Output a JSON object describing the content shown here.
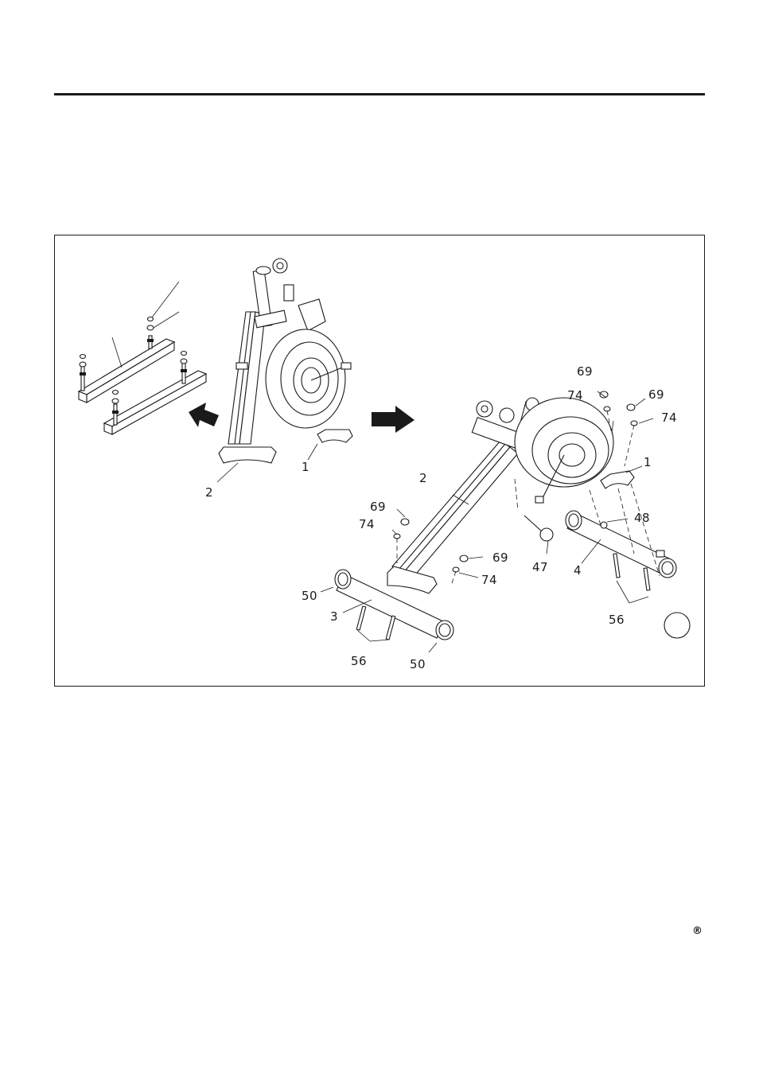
{
  "callouts": {
    "left_frame": "1",
    "left_upright": "2",
    "right_upright": "2",
    "right_frame": "1",
    "bolt_69_top_a": "69",
    "washer_74_top_a": "74",
    "bolt_69_top_b": "69",
    "washer_74_top_b": "74",
    "bolt_69_left": "69",
    "washer_74_left": "74",
    "bolt_69_mid": "69",
    "washer_74_mid": "74",
    "part_48": "48",
    "part_47": "47",
    "rear_stabilizer": "4",
    "bolts_56_rear": "56",
    "end_cap_50_left": "50",
    "front_stabilizer": "3",
    "bolts_56_front": "56",
    "end_cap_50_right": "50"
  },
  "registered_mark": "®",
  "colors": {
    "ink": "#1a1a1a",
    "paper": "#ffffff"
  }
}
